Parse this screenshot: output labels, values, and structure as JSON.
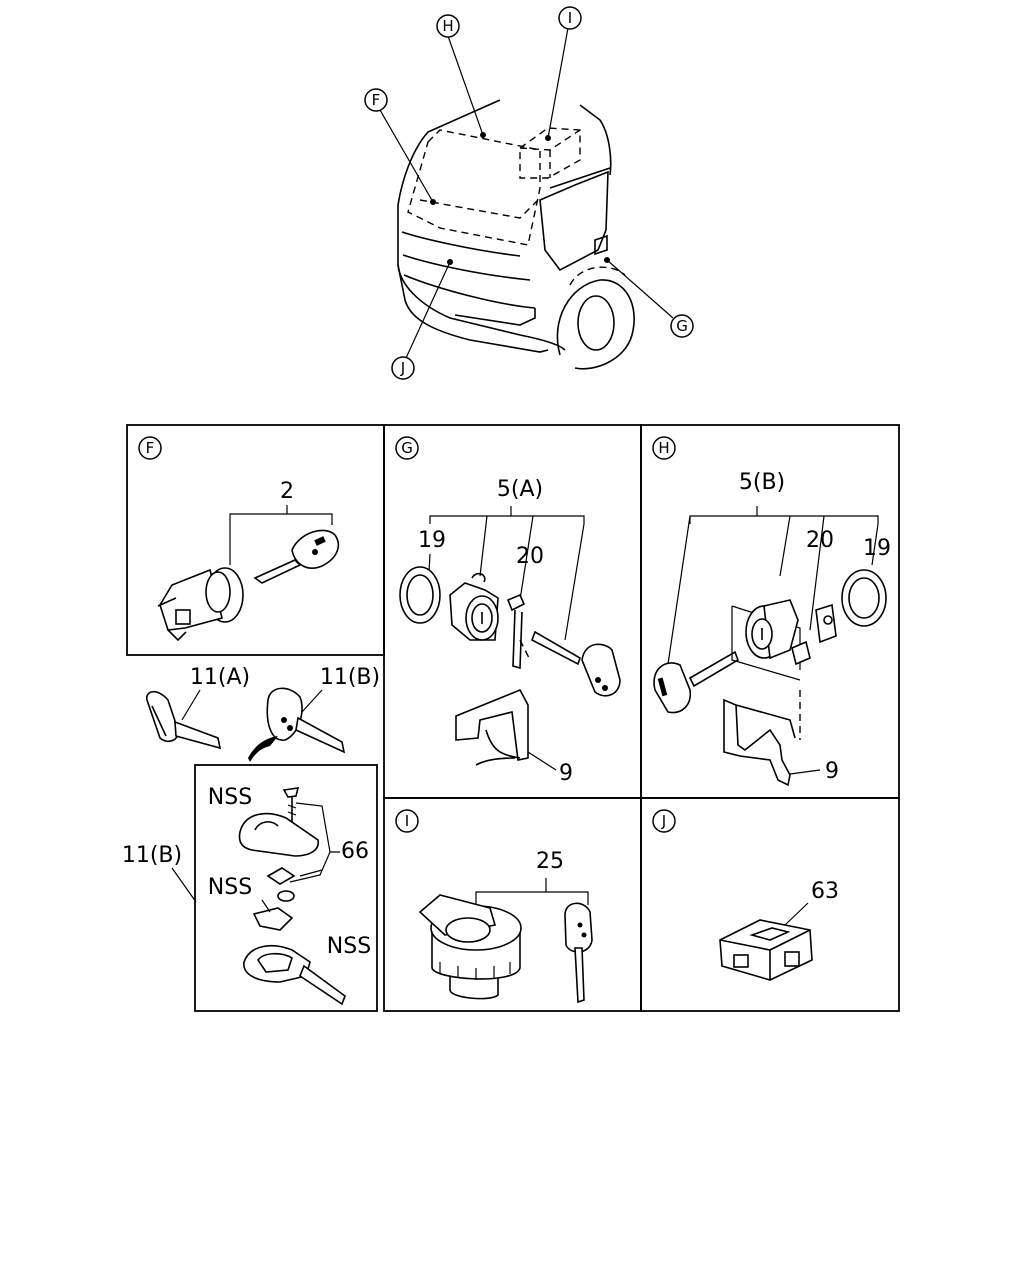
{
  "callouts": {
    "H": "H",
    "I": "I",
    "F": "F",
    "G": "G",
    "J": "J"
  },
  "panels": {
    "F": {
      "letter": "F",
      "parts": [
        "2"
      ]
    },
    "G": {
      "letter": "G",
      "parts": [
        "5(A)",
        "19",
        "20",
        "9"
      ]
    },
    "H": {
      "letter": "H",
      "parts": [
        "5(B)",
        "20",
        "19",
        "9"
      ]
    },
    "I": {
      "letter": "I",
      "parts": [
        "25"
      ]
    },
    "J": {
      "letter": "J",
      "parts": [
        "63"
      ]
    }
  },
  "keys": {
    "key_a": "11(A)",
    "key_b": "11(B)",
    "detail_label": "11(B)",
    "nss_1": "NSS",
    "nss_2": "NSS",
    "nss_3": "NSS",
    "part_66": "66"
  }
}
